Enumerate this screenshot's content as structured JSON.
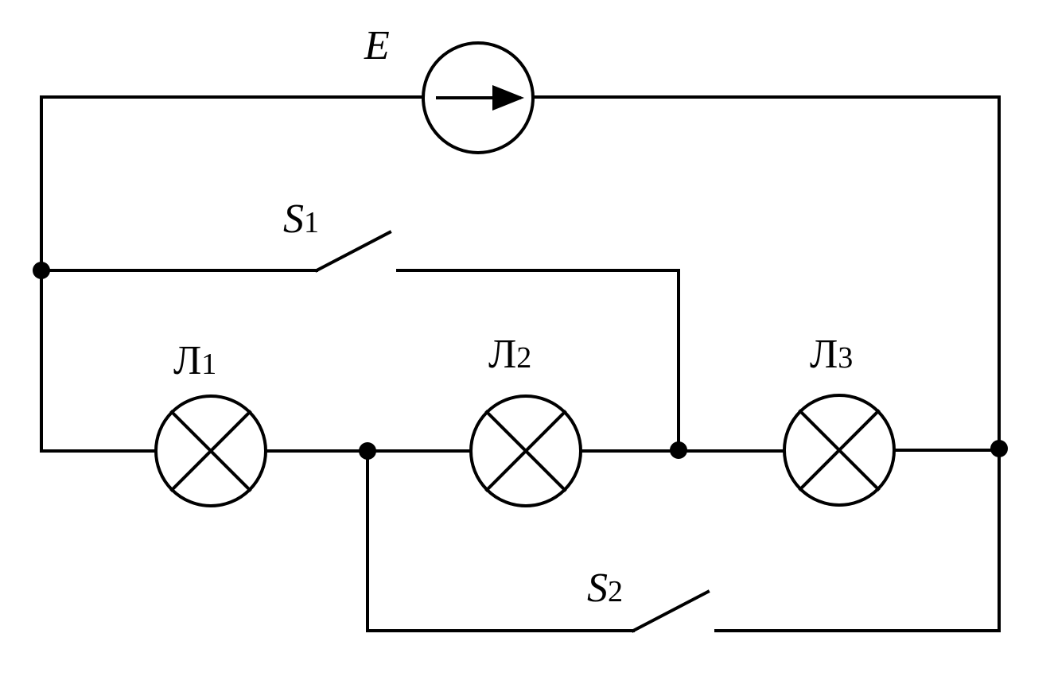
{
  "labels": {
    "source": "E",
    "switch1": {
      "main": "S",
      "sub": "1"
    },
    "switch2": {
      "main": "S",
      "sub": "2"
    },
    "lamp1": {
      "main": "Л",
      "sub": "1"
    },
    "lamp2": {
      "main": "Л",
      "sub": "2"
    },
    "lamp3": {
      "main": "Л",
      "sub": "3"
    }
  }
}
